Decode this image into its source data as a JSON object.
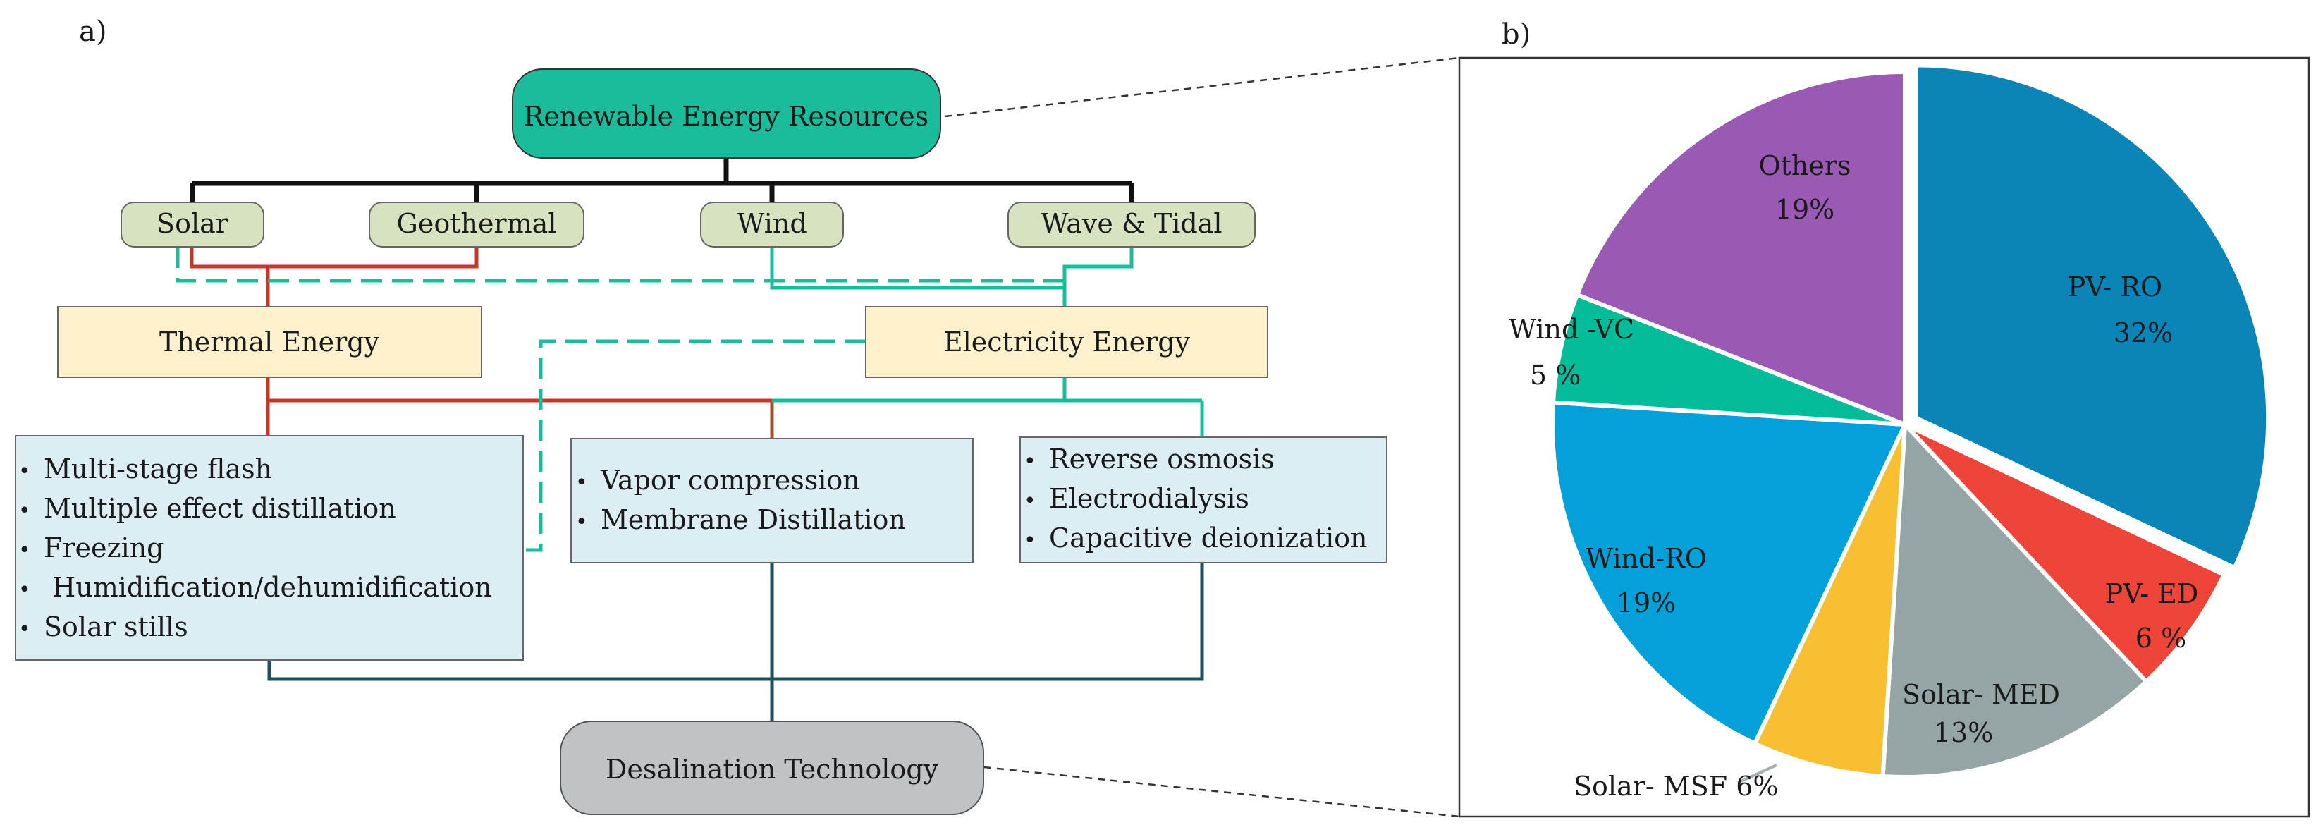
{
  "panel_a": {
    "label": "a)",
    "root": "Renewable Energy Resources",
    "sources": [
      "Solar",
      "Geothermal",
      "Wind",
      "Wave & Tidal"
    ],
    "thermal": "Thermal Energy",
    "electric": "Electricity Energy",
    "thermal_methods": [
      "Multi-stage flash",
      "Multiple effect distillation",
      "Freezing",
      " Humidification/dehumidification",
      "Solar stills"
    ],
    "mechanical_methods": [
      "Vapor compression",
      "Membrane Distillation"
    ],
    "electric_methods": [
      "Reverse osmosis",
      "Electrodialysis",
      "Capacitive deionization"
    ],
    "output": "Desalination Technology",
    "bullet": "•"
  },
  "panel_b": {
    "label": "b)"
  },
  "colors": {
    "root_fill": "#1abc9c",
    "source_fill": "#d6e2c0",
    "energy_fill": "#fdf0cc",
    "method_fill": "#dceef4",
    "output_fill": "#c0c3c5",
    "black_line": "#111111",
    "red_line": "#c0392b",
    "teal_line": "#1abc9c",
    "brown_line": "#a0522d",
    "navy_line": "#1b4f5e"
  },
  "chart_data": {
    "type": "pie",
    "start": "12 o'clock, clockwise",
    "slices": [
      {
        "label": "PV- RO",
        "pct_text": "32%",
        "value": 32,
        "color": "#0b85b8",
        "exploded": true
      },
      {
        "label": "PV- ED",
        "pct_text": "6 %",
        "value": 6,
        "color": "#ef4438",
        "exploded": false
      },
      {
        "label": "Solar- MED",
        "pct_text": "13%",
        "value": 13,
        "color": "#95a5a6",
        "exploded": false
      },
      {
        "label": "Solar- MSF",
        "pct_text": "6%",
        "value": 6,
        "color": "#f8bf33",
        "exploded": false
      },
      {
        "label": "Wind-RO",
        "pct_text": "19%",
        "value": 19,
        "color": "#03a0d9",
        "exploded": false
      },
      {
        "label": "Wind -VC",
        "pct_text": "5 %",
        "value": 5,
        "color": "#03bd9a",
        "exploded": false
      },
      {
        "label": "Others",
        "pct_text": "19%",
        "value": 19,
        "color": "#9b59b6",
        "exploded": false
      }
    ]
  }
}
